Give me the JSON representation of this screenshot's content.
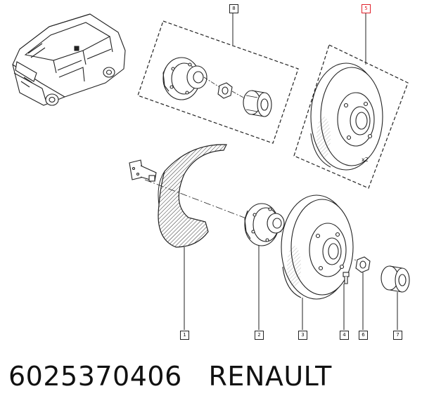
{
  "callouts": {
    "c1": "1",
    "c2": "2",
    "c3": "3",
    "c4": "4",
    "c6": "6",
    "c7": "7",
    "c8": "8",
    "c5": "5"
  },
  "annotation_qty": "x2",
  "footer": {
    "part_number": "6025370406",
    "brand": "RENAULT"
  },
  "colors": {
    "line": "#222222",
    "highlight": "#e0202a",
    "background": "#ffffff"
  }
}
